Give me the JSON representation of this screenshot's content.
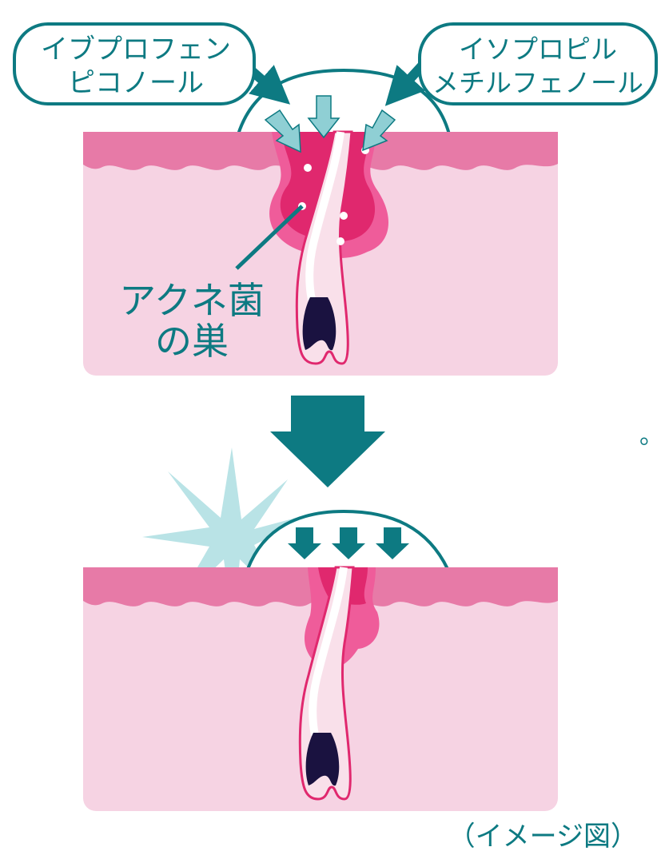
{
  "labels": {
    "left_callout": [
      "イブプロフェン",
      "ピコノール"
    ],
    "right_callout": [
      "イソプロピル",
      "メチルフェノール"
    ],
    "acne_nest": [
      "アクネ菌",
      "の巣"
    ],
    "caption": "（イメージ図）",
    "margin_mark": "。"
  },
  "colors": {
    "teal": "#0d7a82",
    "light_teal": "#8fcfd4",
    "skin_surface": "#e77aa7",
    "skin_inner": "#f6d3e3",
    "inflammation": "#e0286e",
    "inflammation_light": "#ef5c9a",
    "hair_root": "#1a1240"
  }
}
